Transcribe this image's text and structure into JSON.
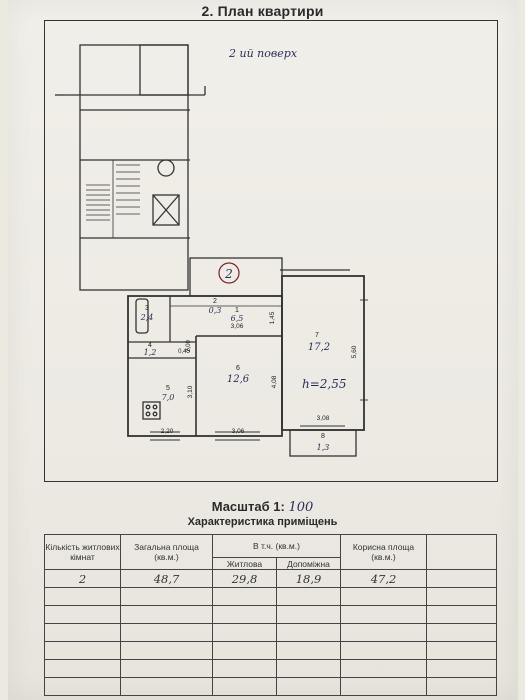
{
  "header": {
    "title": "2. План квартири"
  },
  "plan": {
    "floor_note": "2 ий поверх",
    "apartment_number": "2",
    "height_note": "h=2,55",
    "rooms": [
      {
        "num": "1",
        "area": "6,5"
      },
      {
        "num": "2",
        "area": "0,3"
      },
      {
        "num": "3",
        "area": "2,4"
      },
      {
        "num": "4",
        "area": "1,2"
      },
      {
        "num": "5",
        "area": "7,0"
      },
      {
        "num": "6",
        "area": "12,6"
      },
      {
        "num": "7",
        "area": "17,2"
      },
      {
        "num": "8",
        "area": "1,3"
      }
    ],
    "dims": {
      "d1": "3,06",
      "d2": "1,45",
      "d3": "3,10",
      "d4": "4,08",
      "d5": "5,60",
      "d6": "2,20",
      "d7": "3,06",
      "d8": "3,08",
      "d9": "2,00",
      "d10": "0,45"
    }
  },
  "footer": {
    "scale_label": "Масштаб 1:",
    "scale_value": "100",
    "characteristics_title": "Характеристика приміщень"
  },
  "table": {
    "headers": {
      "rooms": "Кількість житлових кімнат",
      "total": "Загальна площа (кв.м.)",
      "incl": "В т.ч. (кв.м.)",
      "living": "Житлова",
      "aux": "Допоміжна",
      "useful": "Корисна площа (кв.м.)"
    },
    "row": {
      "rooms": "2",
      "total": "48,7",
      "living": "29,8",
      "aux": "18,9",
      "useful": "47,2"
    }
  }
}
